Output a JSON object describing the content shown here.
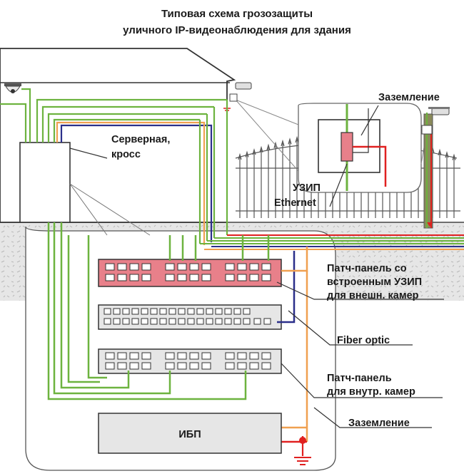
{
  "title": {
    "line1": "Типовая схема грозозащиты",
    "line2": "уличного IP-видеонаблюдения для здания"
  },
  "labels": {
    "server_room_1": "Серверная,",
    "server_room_2": "кросс",
    "grounding_top": "Заземление",
    "spd_1": "УЗИП",
    "spd_2": "Ethernet",
    "patch_outdoor_1": "Патч-панель  со",
    "patch_outdoor_2": "встроенным УЗИП",
    "patch_outdoor_3": "для внешн. камер",
    "fiber": "Fiber optic",
    "patch_indoor_1": "Патч-панель",
    "patch_indoor_2": "для внутр. камер",
    "grounding_bottom": "Заземление",
    "ups": "ИБП"
  },
  "colors": {
    "green": "#6db33f",
    "navy": "#2b2f8a",
    "orange": "#f0a050",
    "red": "#e02020",
    "patch_red": "#e8808a",
    "gray": "#e6e6e6",
    "outline": "#333333",
    "ground_fill": "#e4e4e4"
  },
  "icons": [
    "dome-camera-icon",
    "bullet-camera-icon",
    "ground-symbol-icon",
    "surge-protector-icon"
  ]
}
